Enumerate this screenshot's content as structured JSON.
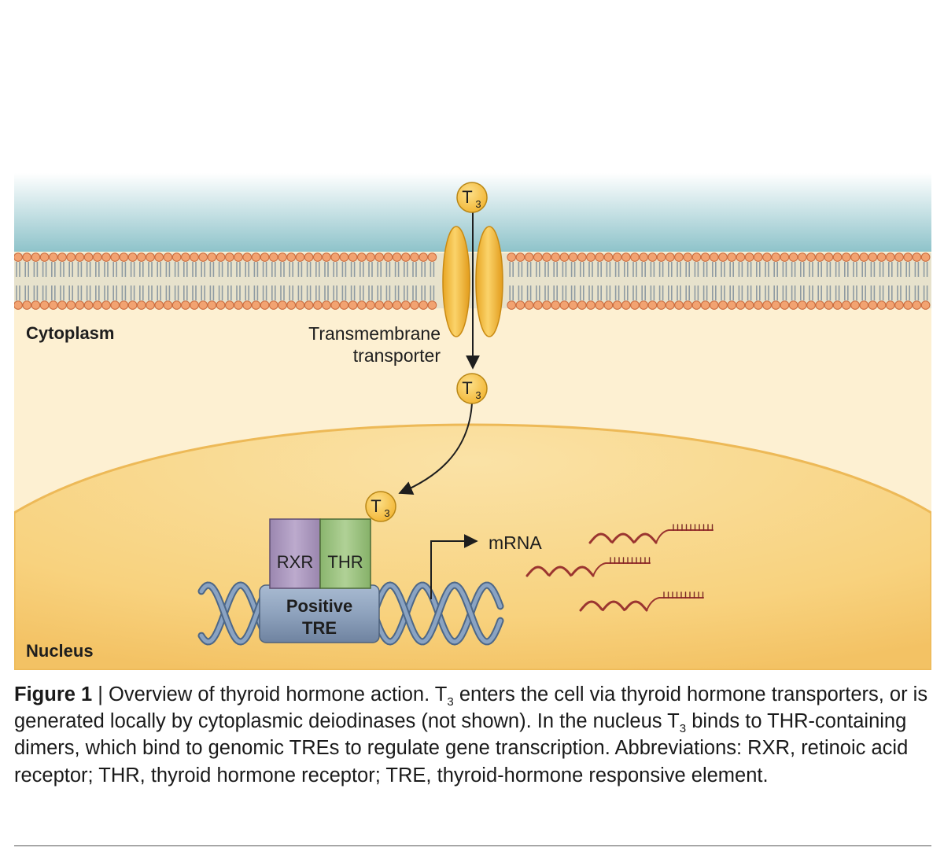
{
  "labels": {
    "t3_main": "T",
    "t3_sub": "3",
    "cytoplasm": "Cytoplasm",
    "transporter_line1": "Transmembrane",
    "transporter_line2": "transporter",
    "rxr": "RXR",
    "thr": "THR",
    "tre_line1": "Positive",
    "tre_line2": "TRE",
    "mrna": "mRNA",
    "nucleus": "Nucleus"
  },
  "caption": {
    "figure_label": "Figure 1",
    "separator": "|",
    "text_1": "Overview of thyroid hormone action. T",
    "sub_1": "3",
    "text_2": "enters the cell via thyroid hormone transporters, or is generated locally by cytoplasmic deiodinases (not shown). In the nucleus T",
    "sub_2": "3",
    "text_3": "binds to THR-containing dimers, which bind to genomic TREs to regulate gene transcription. Abbreviations: RXR, retinoic acid receptor; THR, thyroid hormone receptor; TRE, thyroid-hormone responsive element."
  },
  "colors": {
    "extracellular_top": "#ffffff",
    "extracellular_bottom": "#8fc4cb",
    "cytoplasm": "#fdf0d2",
    "nucleus": "#f8d27e",
    "nucleus_edge": "#eab54f",
    "t3_fill": "#f8c650",
    "transporter_fill": "#f4bf3f",
    "rxr": "#b6a3c7",
    "thr": "#a6c98c",
    "tre": "#8c9fba",
    "dna": "#6a86a8",
    "mrna": "#9b3530"
  }
}
